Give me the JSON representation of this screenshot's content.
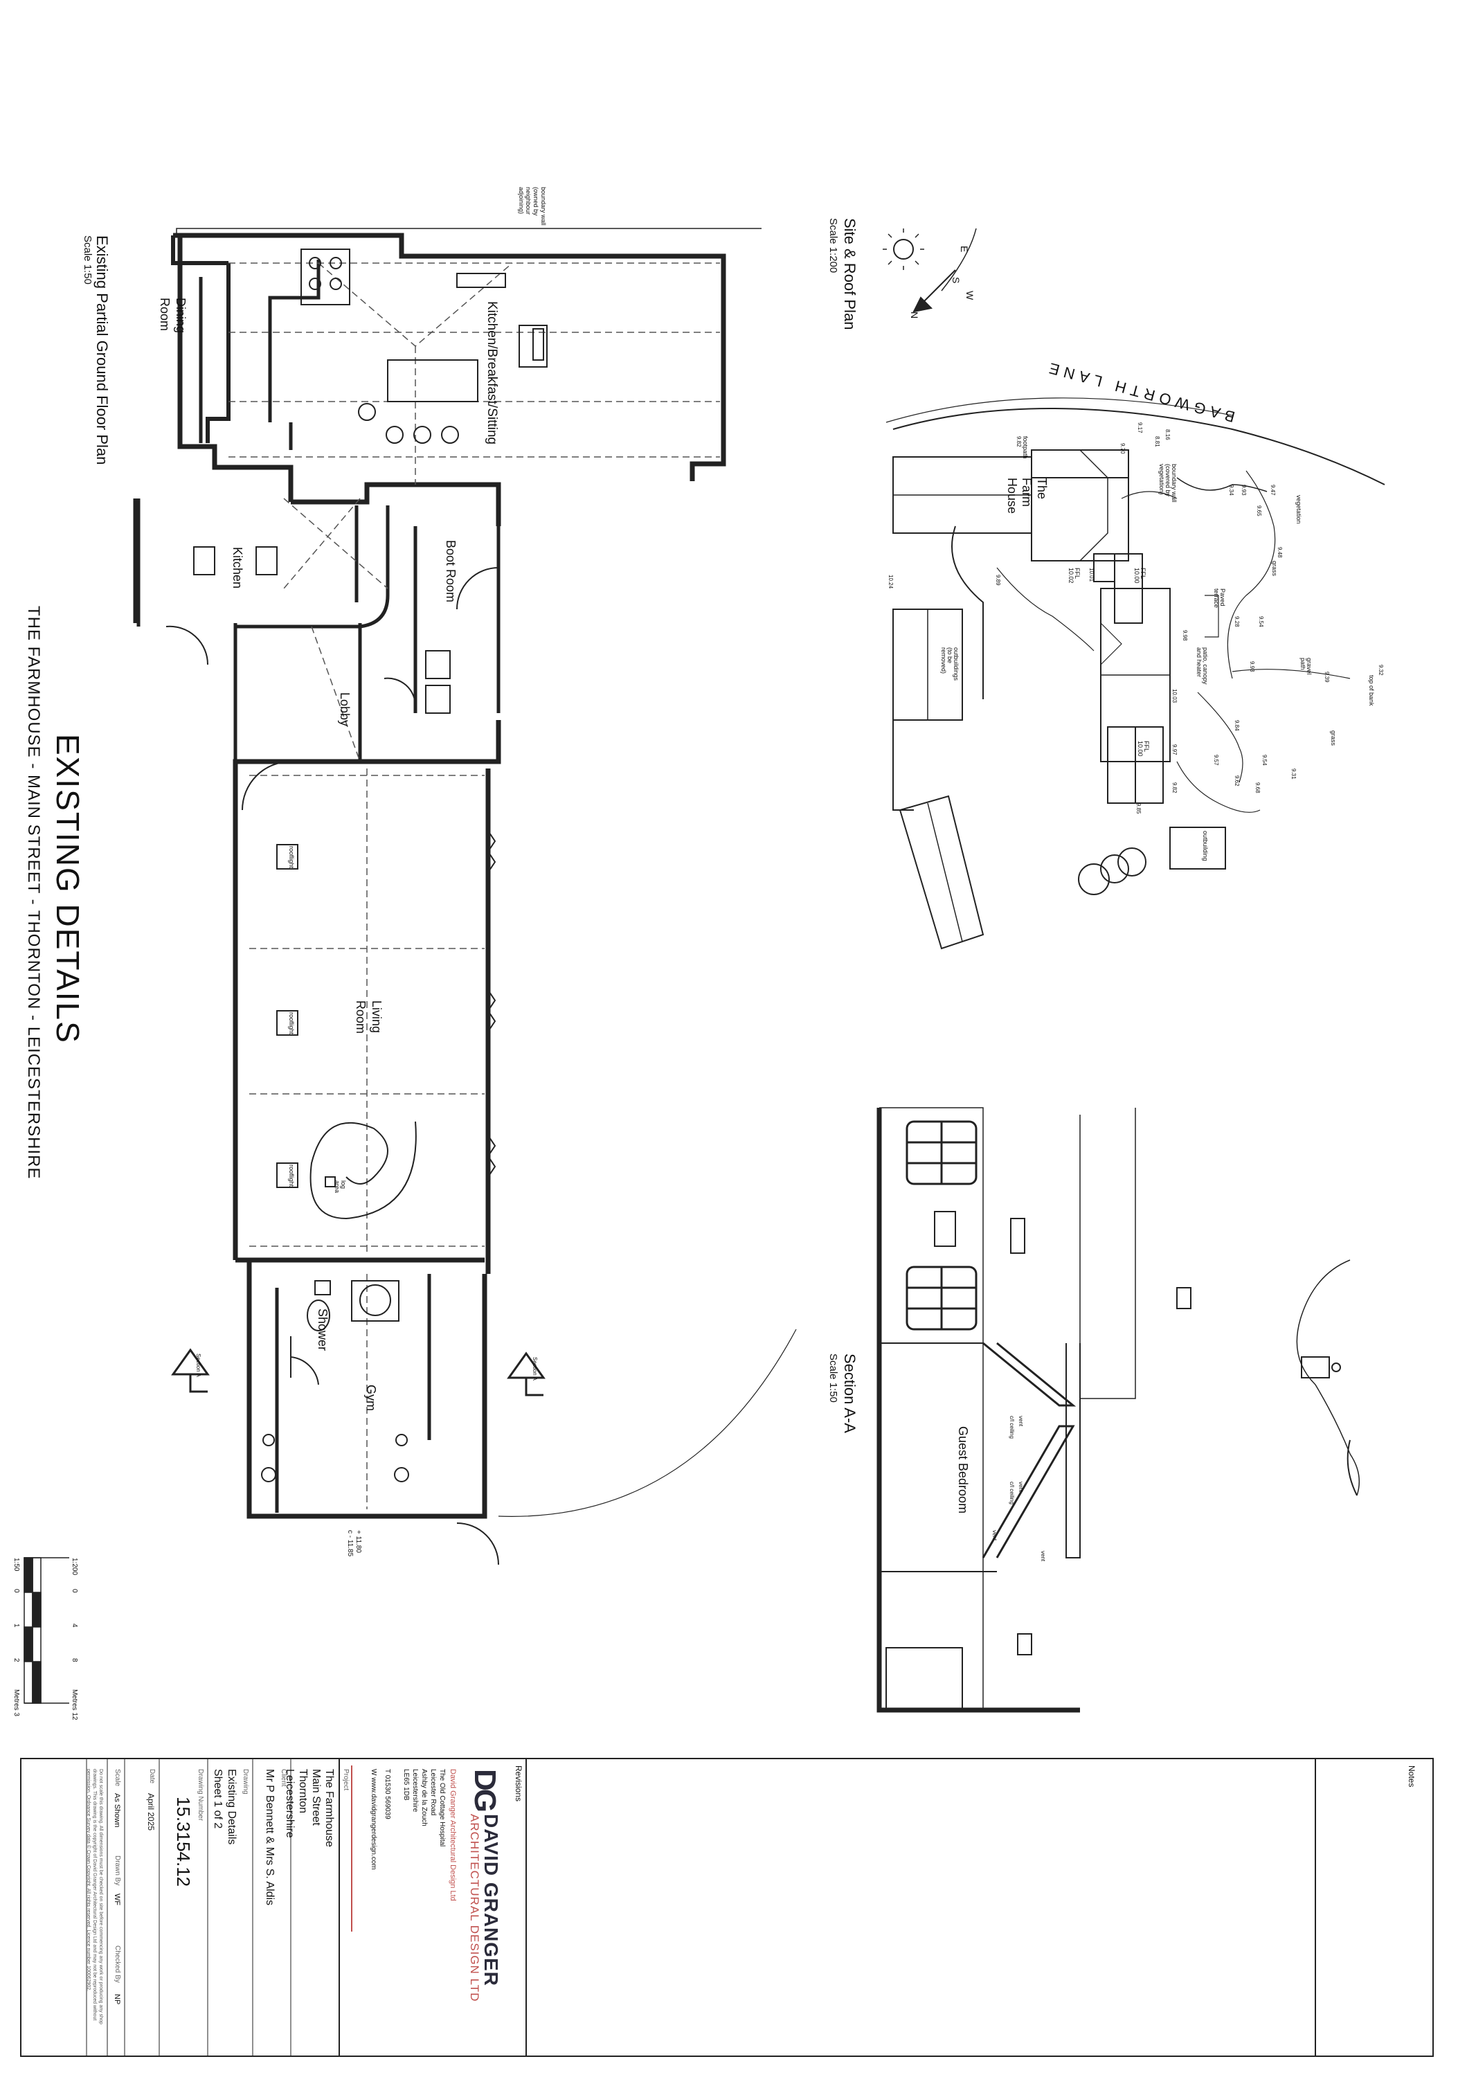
{
  "drawing_title": "EXISTING DETAILS",
  "drawing_subtitle": "THE FARMHOUSE - MAIN STREET - THORNTON - LEICESTERSHIRE",
  "ground_plan": {
    "title": "Existing Partial Ground Floor Plan",
    "scale": "Scale 1:50",
    "rooms": {
      "dining": "Dining Room",
      "kitchen_breakfast": "Kitchen/Breakfast/Sitting",
      "kitchen": "Kitchen",
      "boot_room": "Boot Room",
      "lobby": "Lobby",
      "living": "Living Room",
      "shower": "Shower",
      "gym": "Gym"
    },
    "notes": {
      "boundary": "boundary wall (owned by neighbour adjoining)",
      "rooflight1": "rooflight",
      "rooflight2": "rooflight",
      "rooflight3": "rooflight",
      "log_area": "log area",
      "level1": "+ 11.80",
      "level2": "c - 11.85",
      "section_marker": "Section A"
    }
  },
  "site_plan": {
    "title": "Site & Roof Plan",
    "scale": "Scale 1:200",
    "road": "BAGWORTH LANE",
    "house": "The Farm House",
    "compass": {
      "n": "N",
      "e": "E",
      "s": "S",
      "w": "W"
    },
    "labels": {
      "outbuildings": "outbuildings (to be removed)",
      "outbuilding2": "outbuilding",
      "grass1": "grass",
      "grass2": "grass",
      "vegetation": "vegetation",
      "paved_terrace": "Paved terrace",
      "patio": "patio, canopy and heater",
      "gravel_path": "gravel path",
      "top_of_bank": "top of bank",
      "boundary_wall": "boundary wall (covered by vegetation)",
      "footpath": "footpath",
      "ffl1": "FFL 10.00",
      "ffl2": "FFL 10.00",
      "ffl3": "FFL 10.02"
    },
    "spot_levels": [
      "9.17",
      "9.70",
      "9.82",
      "8.16",
      "8.81",
      "9.34",
      "9.47",
      "9.65",
      "9.48",
      "9.93",
      "10.24",
      "9.89",
      "10.01",
      "9.98",
      "9.54",
      "9.28",
      "9.39",
      "9.32",
      "9.84",
      "9.57",
      "9.62",
      "9.31",
      "10.03",
      "9.97",
      "9.82",
      "9.85",
      "9.93",
      "9.68",
      "9.54"
    ]
  },
  "section": {
    "title": "Section A-A",
    "scale": "Scale 1:50",
    "room": "Guest Bedroom",
    "notes": [
      "vent",
      "c/l ceiling",
      "vent",
      "c/l ceiling",
      "vent",
      "vent"
    ]
  },
  "scale_bar": {
    "labels_top": [
      "1:200",
      "0",
      "4",
      "8",
      "Metres 12"
    ],
    "labels_bottom": [
      "1:50",
      "0",
      "1",
      "2",
      "Metres 3"
    ]
  },
  "title_block": {
    "revisions_label": "Revisions",
    "notes_label": "Notes",
    "logo_mark": "DG",
    "company": "DAVID GRANGER",
    "company_sub": "ARCHITECTURAL DESIGN LTD",
    "company_full": "David Granger Architectural Design Ltd",
    "address": [
      "The Old Cottage Hospital",
      "Leicester Road",
      "Ashby de la Zouch",
      "Leicestershire",
      "LE65 1DB"
    ],
    "phone": "T 01530 569039",
    "web": "W www.davidgrangerdesign.com",
    "project_label": "Project",
    "project": [
      "The Farmhouse",
      "Main Street",
      "Thornton",
      "Leicestershire"
    ],
    "client_label": "Client",
    "client": "Mr P Bennett & Mrs S. Aldis",
    "drawing_label": "Drawing",
    "drawing_name": "Existing Details",
    "sheet": "Sheet 1 of 2",
    "drawing_number_label": "Drawing Number",
    "drawing_number": "15.3154.12",
    "date_label": "Date",
    "date": "April 2025",
    "scale_label": "Scale",
    "scale": "As Shown",
    "drawn_label": "Drawn By",
    "drawn": "WF",
    "checked_label": "Checked By",
    "checked": "NP",
    "disclaimer": "Do not scale this drawing. All dimensions must be checked on site before commencing any work or producing any shop drawings. This drawing is the copyright of David Granger Architectural Design Ltd and may not be reproduced without permission. Ordnance Survey data © Crown Copyright. All rights reserved. Licence number 100062902."
  }
}
